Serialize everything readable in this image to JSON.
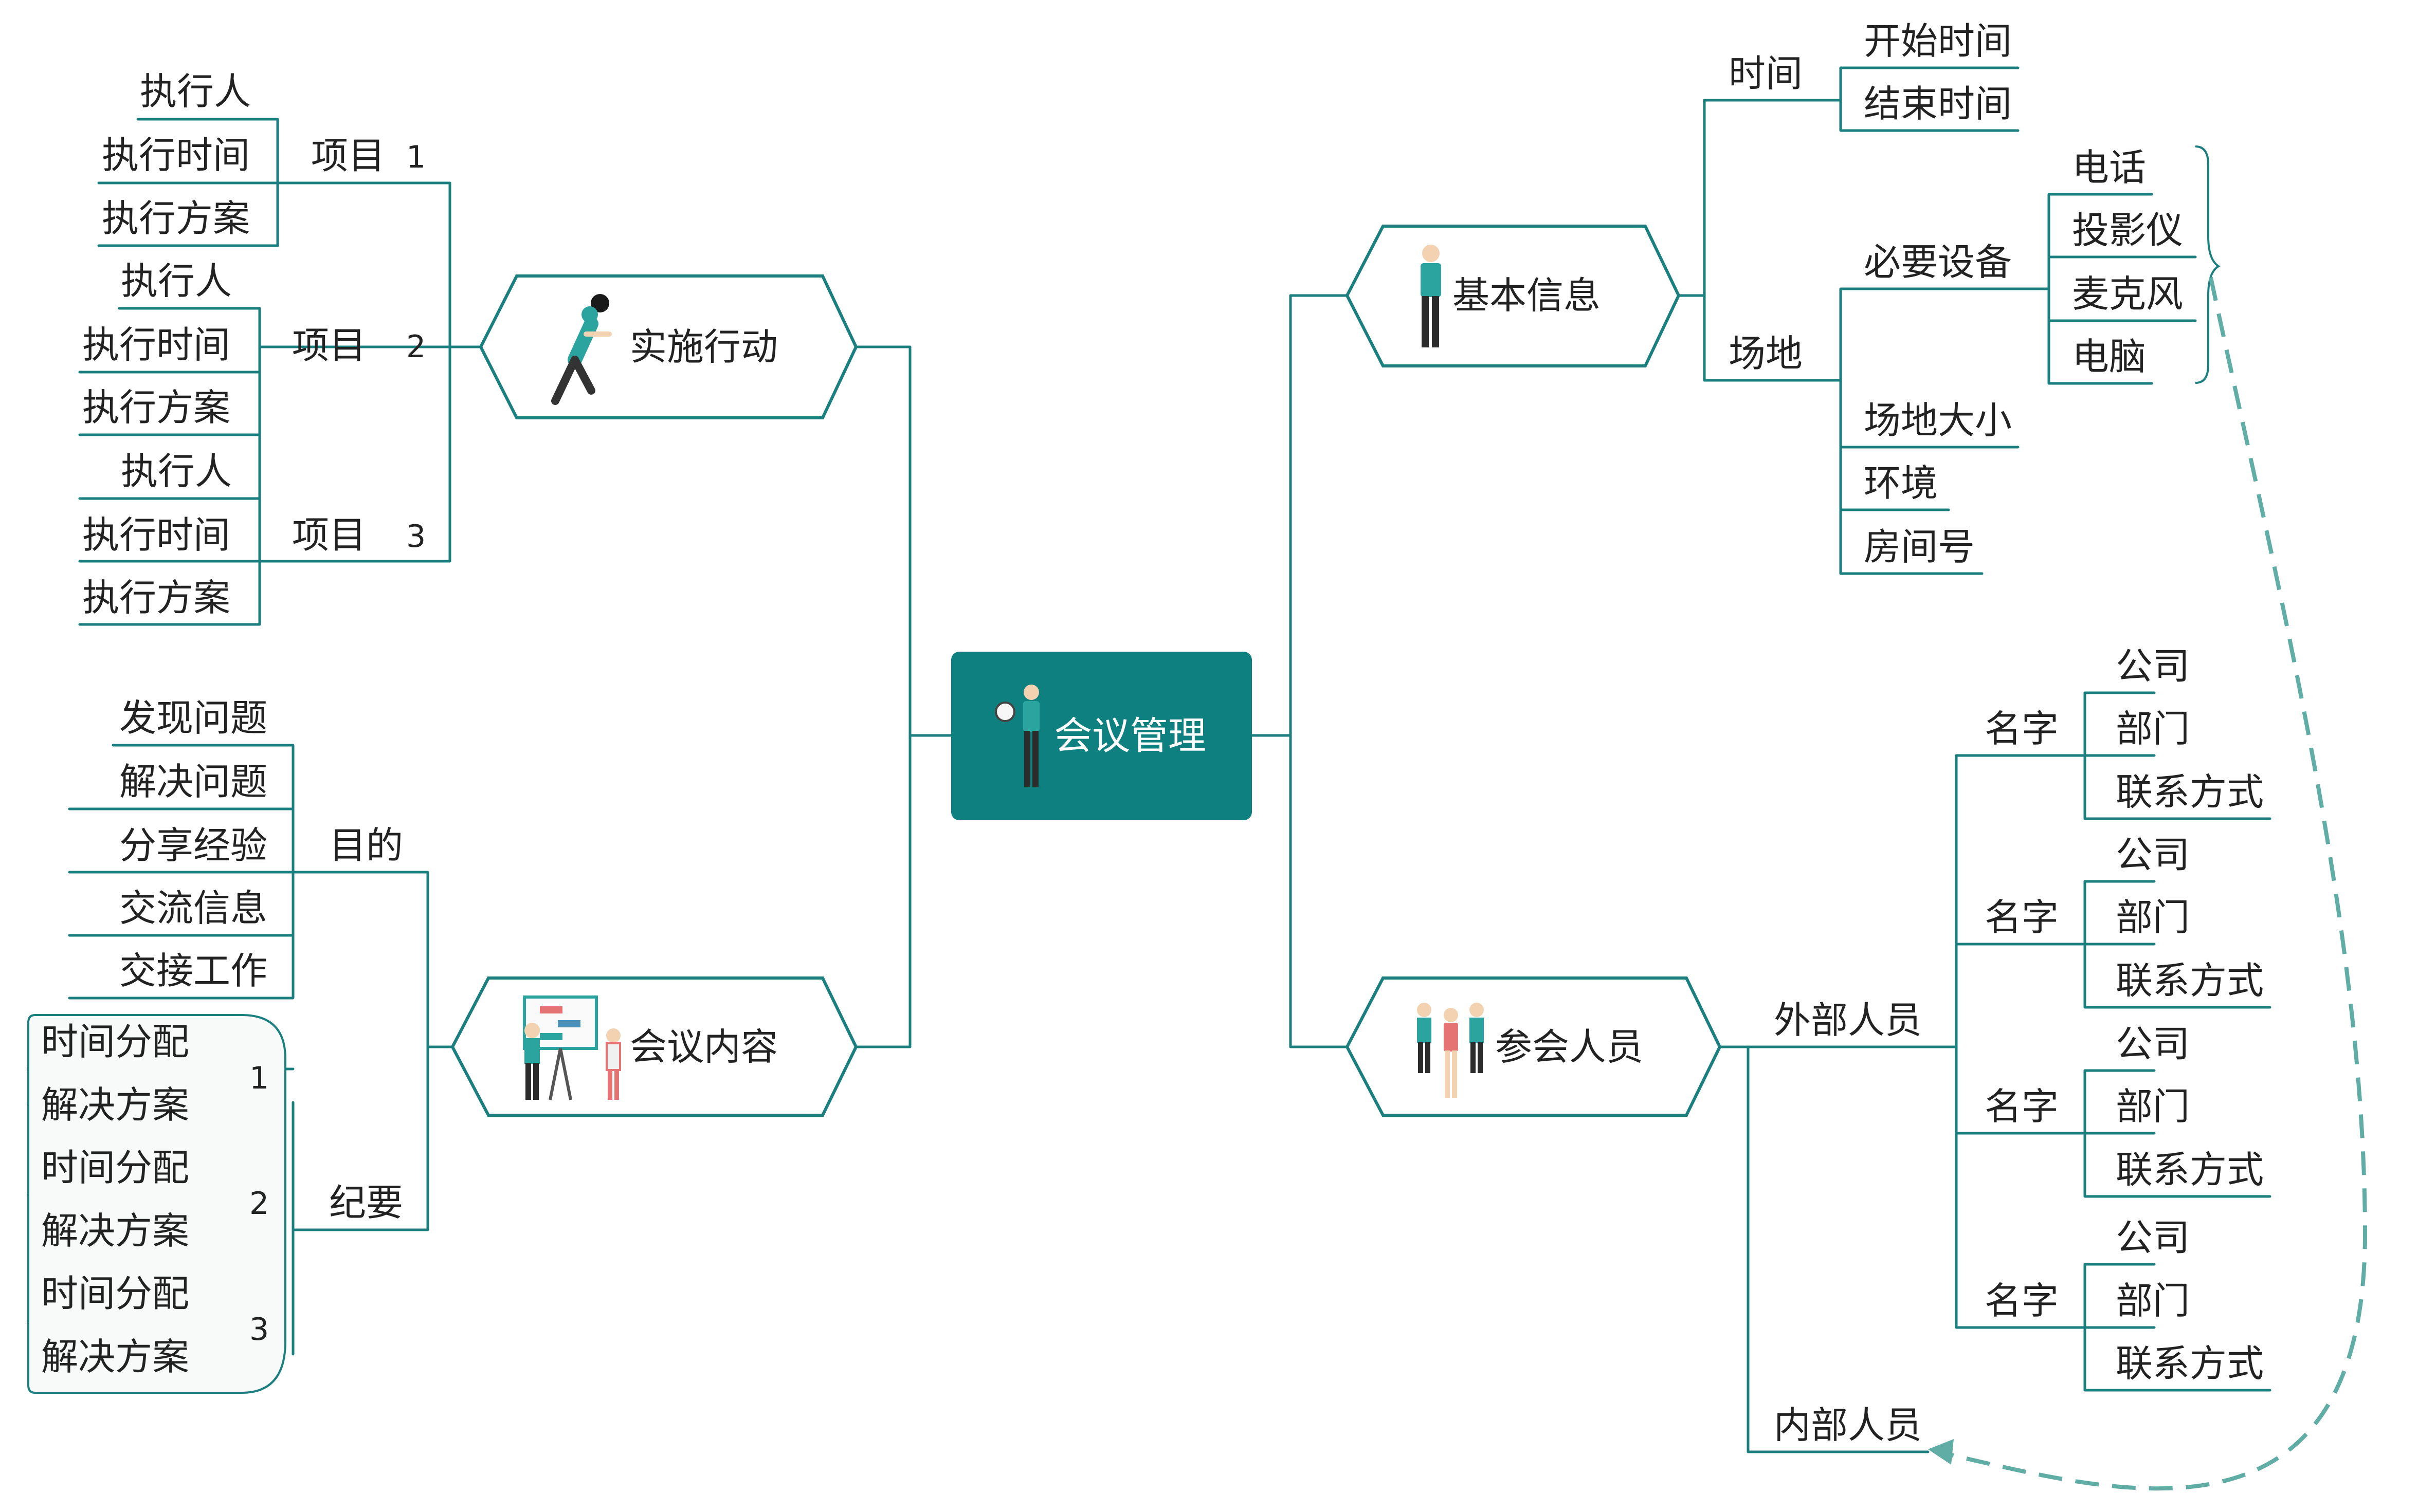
{
  "colors": {
    "line": "#1b7f7f",
    "center_fill": "#0f8080",
    "dashed": "#5fada5",
    "node_fill": "#ffffff"
  },
  "icons": {
    "center": "presenter-icon",
    "implementation": "running-person-clock-icon",
    "content": "whiteboard-presentation-icon",
    "basic": "standing-man-icon",
    "attendees": "group-of-people-icon"
  },
  "center": {
    "label": "会议管理"
  },
  "implementation": {
    "label": "实施行动",
    "projects": [
      {
        "label": "项目",
        "number": "1",
        "items": [
          "执行人",
          "执行时间",
          "执行方案"
        ]
      },
      {
        "label": "项目",
        "number": "2",
        "items": [
          "执行人",
          "执行时间",
          "执行方案"
        ]
      },
      {
        "label": "项目",
        "number": "3",
        "items": [
          "执行人",
          "执行时间",
          "执行方案"
        ]
      }
    ]
  },
  "content": {
    "label": "会议内容",
    "purpose": {
      "label": "目的",
      "items": [
        "发现问题",
        "解决问题",
        "分享经验",
        "交流信息",
        "交接工作"
      ]
    },
    "minutes": {
      "label": "纪要",
      "groups": [
        {
          "number": "1",
          "items": [
            "时间分配",
            "解决方案"
          ]
        },
        {
          "number": "2",
          "items": [
            "时间分配",
            "解决方案"
          ]
        },
        {
          "number": "3",
          "items": [
            "时间分配",
            "解决方案"
          ]
        }
      ]
    }
  },
  "basic": {
    "label": "基本信息",
    "time": {
      "label": "时间",
      "items": [
        "开始时间",
        "结束时间"
      ]
    },
    "venue": {
      "label": "场地",
      "equipment": {
        "label": "必要设备",
        "items": [
          "电话",
          "投影仪",
          "麦克风",
          "电脑"
        ]
      },
      "items": [
        "场地大小",
        "环境",
        "房间号"
      ]
    }
  },
  "attendees": {
    "label": "参会人员",
    "external": {
      "label": "外部人员",
      "names": [
        {
          "label": "名字",
          "items": [
            "公司",
            "部门",
            "联系方式"
          ]
        },
        {
          "label": "名字",
          "items": [
            "公司",
            "部门",
            "联系方式"
          ]
        },
        {
          "label": "名字",
          "items": [
            "公司",
            "部门",
            "联系方式"
          ]
        },
        {
          "label": "名字",
          "items": [
            "公司",
            "部门",
            "联系方式"
          ]
        }
      ]
    },
    "internal": {
      "label": "内部人员"
    }
  }
}
